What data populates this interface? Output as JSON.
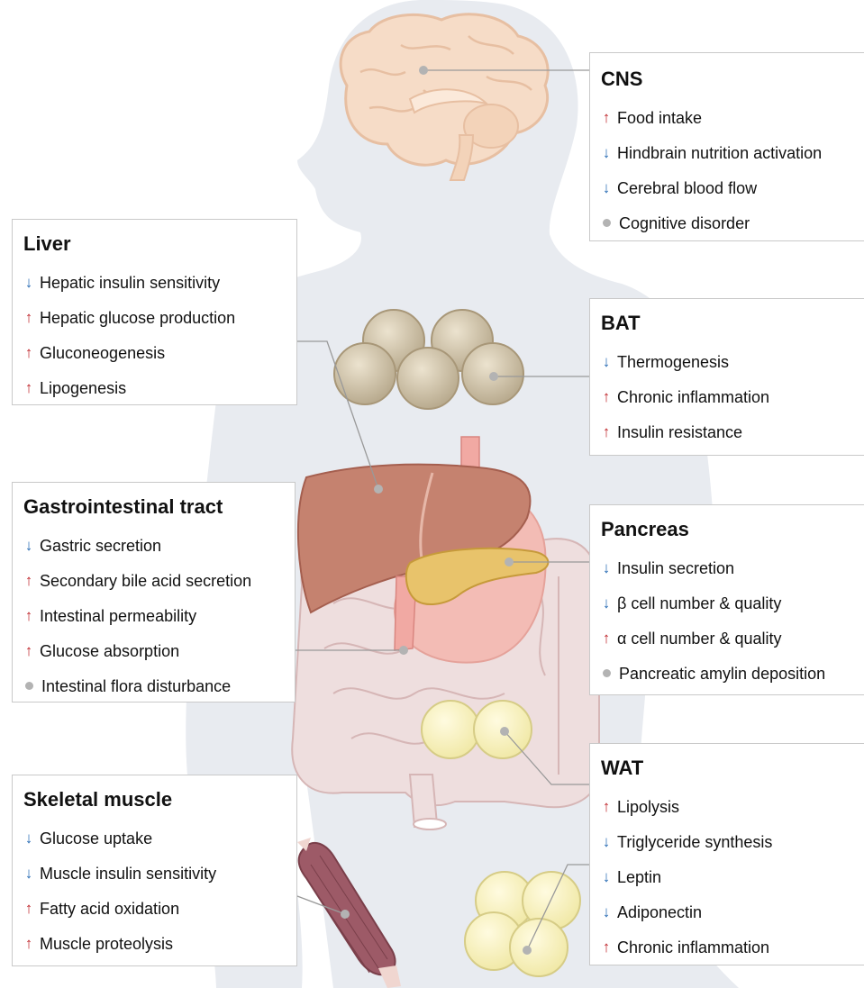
{
  "colors": {
    "up": "#c0272d",
    "down": "#2a6db5",
    "neutral": "#b3b3b3",
    "silhouette": "#e8ebf0"
  },
  "cns": {
    "title": "CNS",
    "items": [
      {
        "dir": "up",
        "text": "Food intake"
      },
      {
        "dir": "down",
        "text": "Hindbrain nutrition activation"
      },
      {
        "dir": "down",
        "text": "Cerebral blood flow"
      },
      {
        "dir": "neutral",
        "text": "Cognitive disorder"
      }
    ]
  },
  "liver": {
    "title": "Liver",
    "items": [
      {
        "dir": "down",
        "text": "Hepatic insulin sensitivity"
      },
      {
        "dir": "up",
        "text": "Hepatic glucose production"
      },
      {
        "dir": "up",
        "text": "Gluconeogenesis"
      },
      {
        "dir": "up",
        "text": "Lipogenesis"
      }
    ]
  },
  "bat": {
    "title": "BAT",
    "items": [
      {
        "dir": "down",
        "text": "Thermogenesis"
      },
      {
        "dir": "up",
        "text": "Chronic inflammation"
      },
      {
        "dir": "up",
        "text": "Insulin resistance"
      }
    ]
  },
  "gi": {
    "title": "Gastrointestinal tract",
    "items": [
      {
        "dir": "down",
        "text": "Gastric secretion"
      },
      {
        "dir": "up",
        "text": "Secondary bile acid secretion"
      },
      {
        "dir": "up",
        "text": " Intestinal permeability"
      },
      {
        "dir": "up",
        "text": " Glucose absorption"
      },
      {
        "dir": "neutral",
        "text": "Intestinal flora disturbance"
      }
    ]
  },
  "pancreas": {
    "title": "Pancreas",
    "items": [
      {
        "dir": "down",
        "text": "Insulin secretion"
      },
      {
        "dir": "down",
        "text": " β cell number & quality"
      },
      {
        "dir": "up",
        "text": " α cell number & quality"
      },
      {
        "dir": "neutral",
        "text": " Pancreatic amylin deposition"
      }
    ]
  },
  "wat": {
    "title": "WAT",
    "items": [
      {
        "dir": "up",
        "text": " Lipolysis"
      },
      {
        "dir": "down",
        "text": "Triglyceride synthesis"
      },
      {
        "dir": "down",
        "text": " Leptin"
      },
      {
        "dir": "down",
        "text": " Adiponectin"
      },
      {
        "dir": "up",
        "text": " Chronic inflammation"
      }
    ]
  },
  "muscle": {
    "title": "Skeletal muscle",
    "items": [
      {
        "dir": "down",
        "text": "Glucose uptake"
      },
      {
        "dir": "down",
        "text": "Muscle insulin sensitivity"
      },
      {
        "dir": "up",
        "text": "Fatty acid oxidation"
      },
      {
        "dir": "up",
        "text": "Muscle proteolysis"
      }
    ]
  }
}
